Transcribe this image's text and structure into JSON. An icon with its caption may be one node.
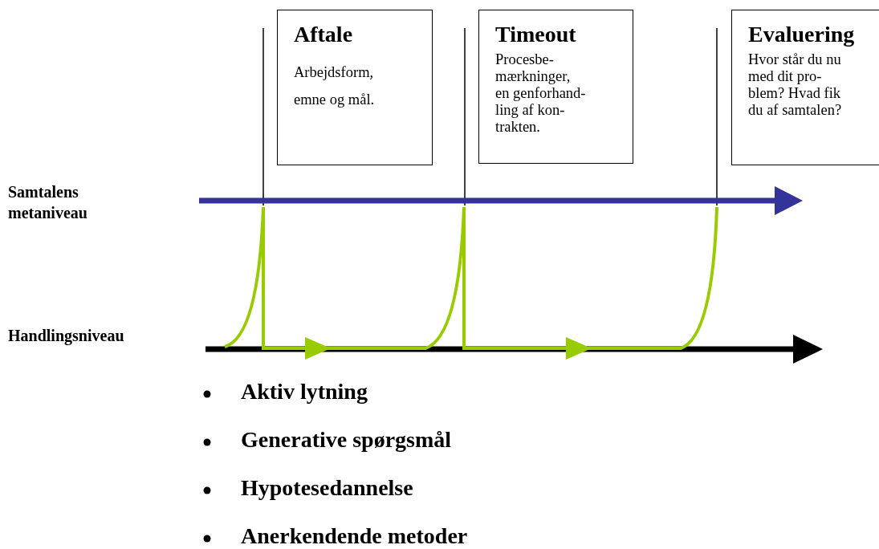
{
  "diagram": {
    "nodes": [
      {
        "text": [
          "Aftale",
          "Arbejdsform, emne og mål."
        ]
      },
      {
        "text": [
          "Timeout",
          "Procesbe- mærkninger, en genforhand- ling af kon- trakten."
        ]
      },
      {
        "text": [
          "Evaluering",
          "Hvor står du nu med dit pro- blem? Hvad fik du af samtalen?"
        ]
      }
    ],
    "labels": [
      "Samtalens metaniveau",
      "Handlingsniveau",
      "Aktiv lytning",
      "Generative spørgsmål",
      "Hypotesedannelse",
      "Anerkendende metoder"
    ]
  }
}
